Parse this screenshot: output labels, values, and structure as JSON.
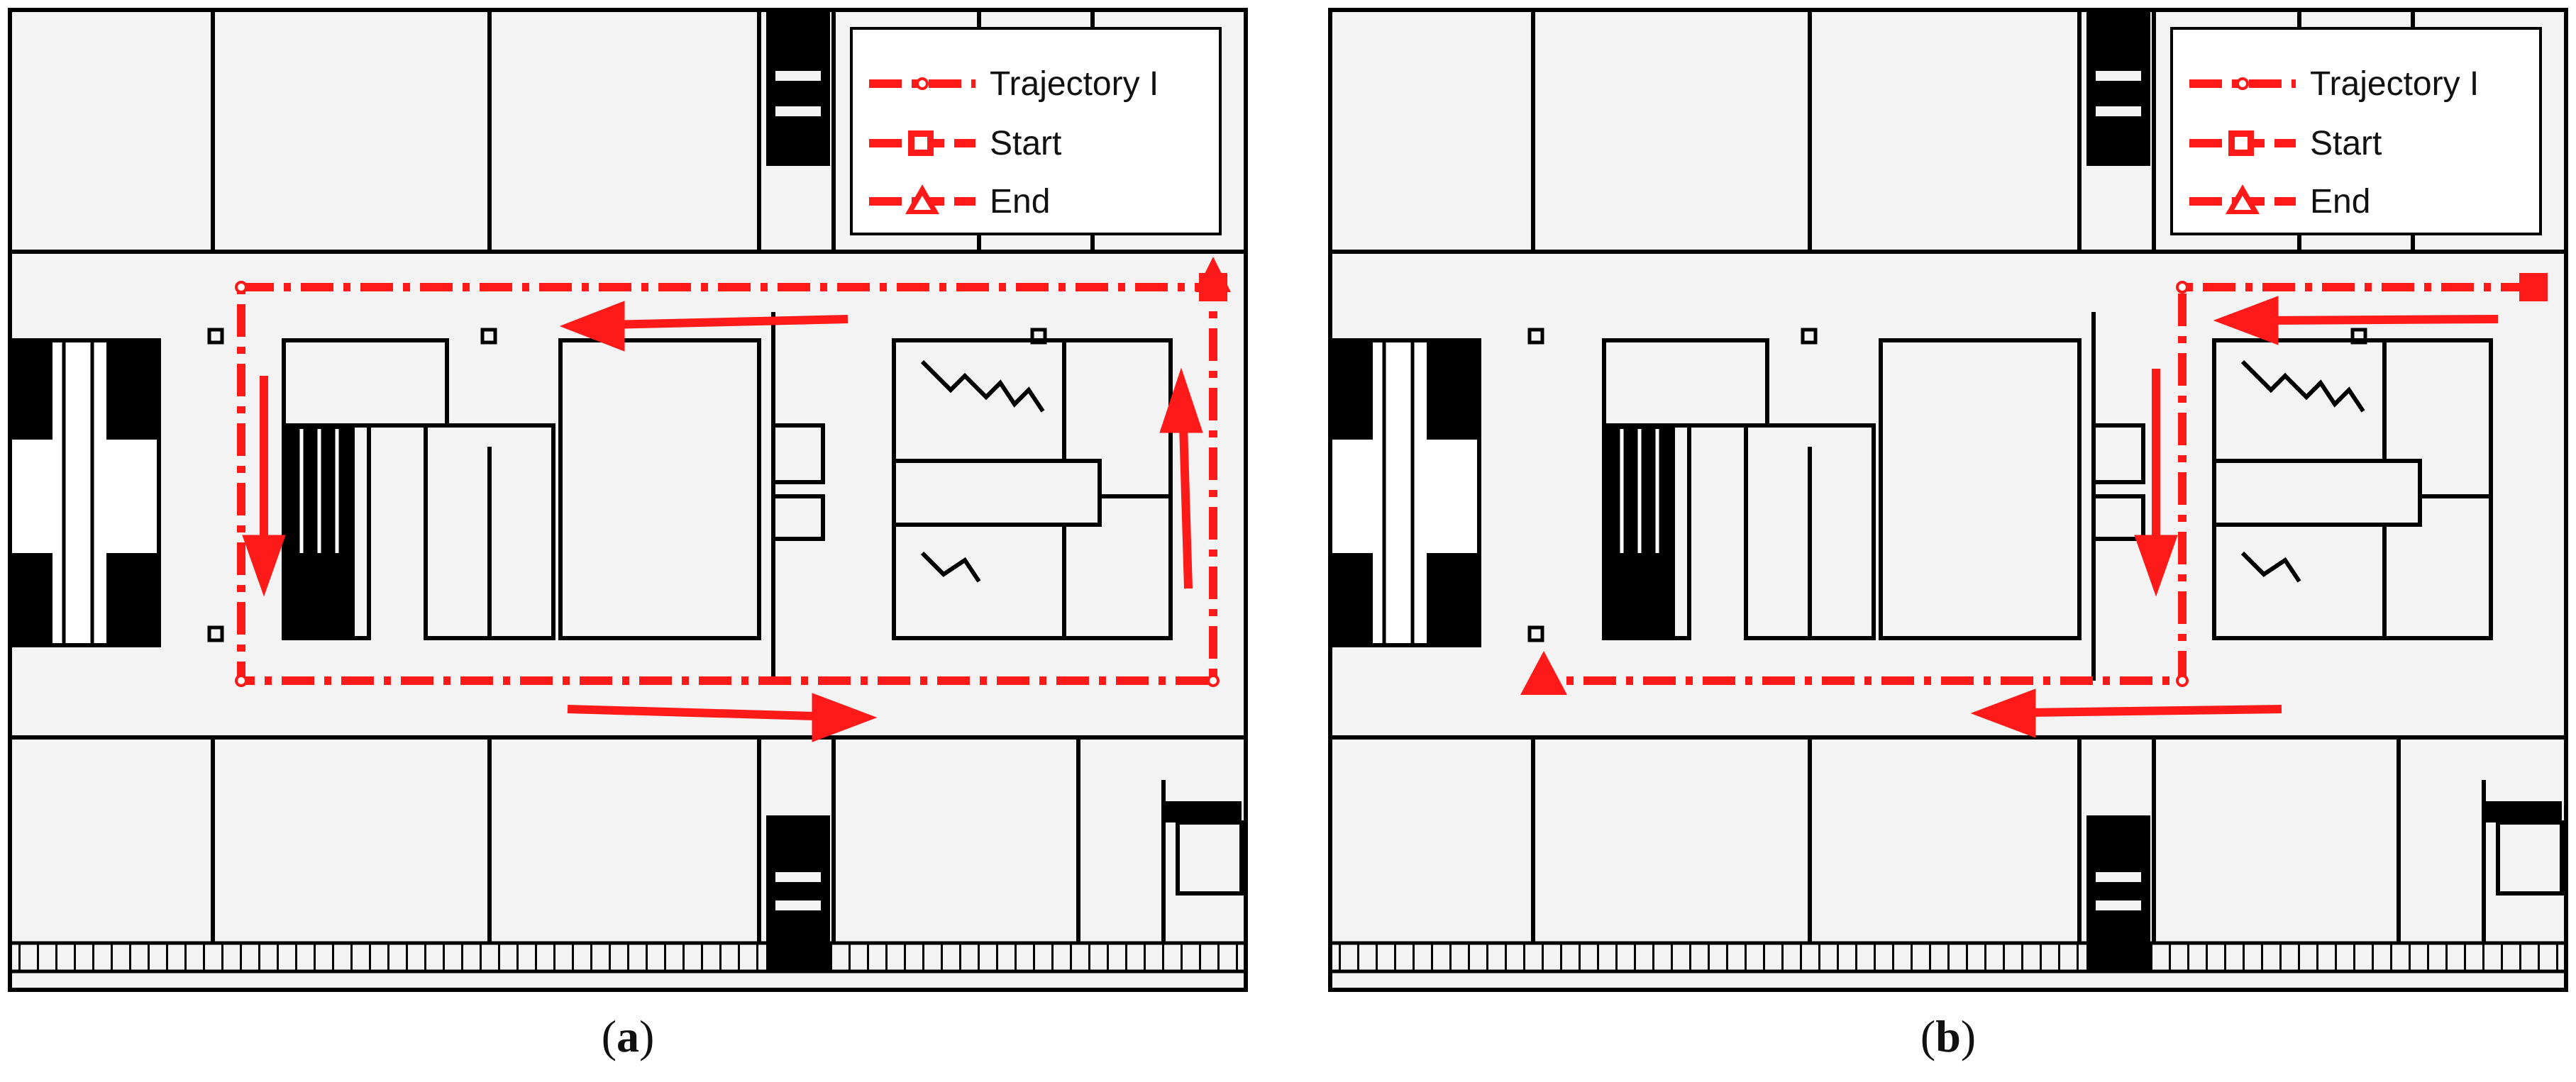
{
  "panels": [
    {
      "id": "a",
      "label": "a",
      "legend": {
        "trajectory": "Trajectory I",
        "start": "Start",
        "end": "End"
      }
    },
    {
      "id": "b",
      "label": "b",
      "legend": {
        "trajectory": "Trajectory I",
        "start": "Start",
        "end": "End"
      }
    }
  ],
  "colors": {
    "trajectory": "#ff1a1a",
    "walls": "#000000",
    "floor": "#f3f3f3"
  },
  "icons": {
    "start_marker": "square-marker-icon",
    "end_marker": "triangle-marker-icon",
    "direction_arrow": "arrow-icon"
  }
}
